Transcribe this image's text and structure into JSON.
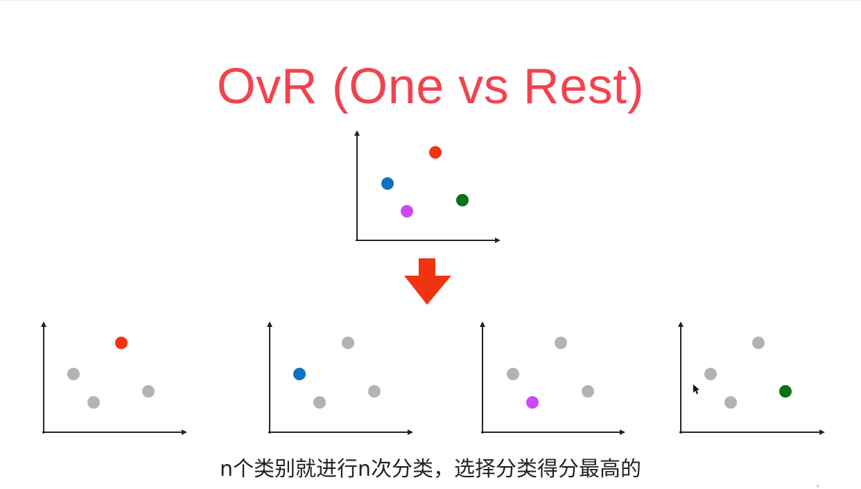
{
  "title": "OvR (One vs Rest)",
  "caption": "n个类别就进行n次分类，选择分类得分最高的",
  "colors": {
    "title": "#f2434f",
    "arrow": "#f2330f",
    "axis": "#222222",
    "class_red": "#f2330f",
    "class_blue": "#0c73c2",
    "class_purple": "#c94af5",
    "class_green": "#0a7216",
    "rest_gray": "#b3b3b3"
  },
  "chart_data": [
    {
      "type": "scatter",
      "title": "original multi-class data",
      "points": [
        {
          "class": "red",
          "x": 0.55,
          "y": 0.81
        },
        {
          "class": "blue",
          "x": 0.22,
          "y": 0.52
        },
        {
          "class": "purple",
          "x": 0.35,
          "y": 0.27
        },
        {
          "class": "green",
          "x": 0.74,
          "y": 0.37
        }
      ]
    },
    {
      "type": "scatter",
      "title": "red vs rest",
      "highlight": "red",
      "points": [
        {
          "class": "red",
          "x": 0.55,
          "y": 0.81
        },
        {
          "class": "rest",
          "x": 0.22,
          "y": 0.52
        },
        {
          "class": "rest",
          "x": 0.35,
          "y": 0.27
        },
        {
          "class": "rest",
          "x": 0.74,
          "y": 0.37
        }
      ]
    },
    {
      "type": "scatter",
      "title": "blue vs rest",
      "highlight": "blue",
      "points": [
        {
          "class": "rest",
          "x": 0.55,
          "y": 0.81
        },
        {
          "class": "blue",
          "x": 0.22,
          "y": 0.52
        },
        {
          "class": "rest",
          "x": 0.35,
          "y": 0.27
        },
        {
          "class": "rest",
          "x": 0.74,
          "y": 0.37
        }
      ]
    },
    {
      "type": "scatter",
      "title": "purple vs rest",
      "highlight": "purple",
      "points": [
        {
          "class": "rest",
          "x": 0.55,
          "y": 0.81
        },
        {
          "class": "rest",
          "x": 0.22,
          "y": 0.52
        },
        {
          "class": "purple",
          "x": 0.35,
          "y": 0.27
        },
        {
          "class": "rest",
          "x": 0.74,
          "y": 0.37
        }
      ]
    },
    {
      "type": "scatter",
      "title": "green vs rest",
      "highlight": "green",
      "points": [
        {
          "class": "rest",
          "x": 0.55,
          "y": 0.81
        },
        {
          "class": "rest",
          "x": 0.22,
          "y": 0.52
        },
        {
          "class": "rest",
          "x": 0.35,
          "y": 0.27
        },
        {
          "class": "green",
          "x": 0.74,
          "y": 0.37
        }
      ]
    }
  ]
}
